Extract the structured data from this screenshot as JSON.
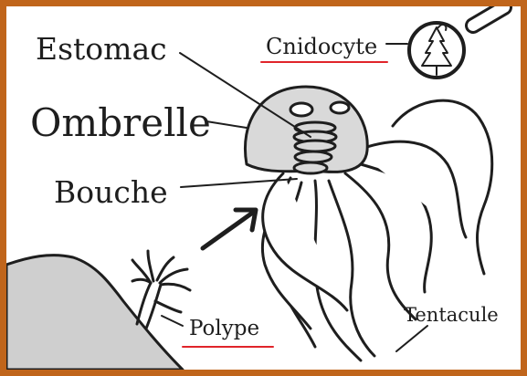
{
  "labels": {
    "estomac": "Estomac",
    "ombrelle": "Ombrelle",
    "bouche": "Bouche",
    "cnidocyte": "Cnidocyte",
    "polype": "Polype",
    "tentacule": "Tentacule"
  },
  "colors": {
    "frame": "#c0651b",
    "outline": "#1e1e1e",
    "fill": "#d9d9d9",
    "highlight": "#e0242a",
    "rock": "#cfcfcf"
  }
}
